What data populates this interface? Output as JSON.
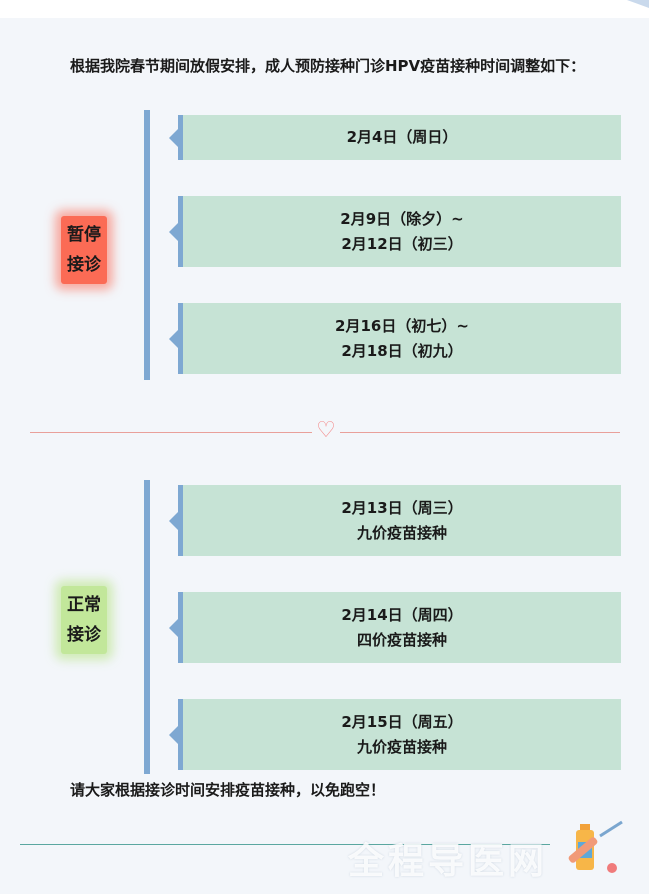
{
  "intro": "根据我院春节期间放假安排，成人预防接种门诊HPV疫苗接种时间调整如下：",
  "sections": {
    "paused": {
      "tag_line1": "暂停",
      "tag_line2": "接诊",
      "cards": [
        {
          "line1": "2月4日（周日）"
        },
        {
          "line1": "2月9日（除夕）~",
          "line2": "2月12日（初三）"
        },
        {
          "line1": "2月16日（初七）~",
          "line2": "2月18日（初九）"
        }
      ]
    },
    "normal": {
      "tag_line1": "正常",
      "tag_line2": "接诊",
      "cards": [
        {
          "line1": "2月13日（周三）",
          "line2": "九价疫苗接种"
        },
        {
          "line1": "2月14日（周四）",
          "line2": "四价疫苗接种"
        },
        {
          "line1": "2月15日（周五）",
          "line2": "九价疫苗接种"
        }
      ]
    }
  },
  "closing": "请大家根据接诊时间安排疫苗接种，以免跑空！",
  "watermark": "全程导医网",
  "colors": {
    "card_bg": "#c6e3d5",
    "timeline": "#7ea8d2",
    "paused_tag": "#fb6b55",
    "normal_tag": "#c2e79a"
  }
}
